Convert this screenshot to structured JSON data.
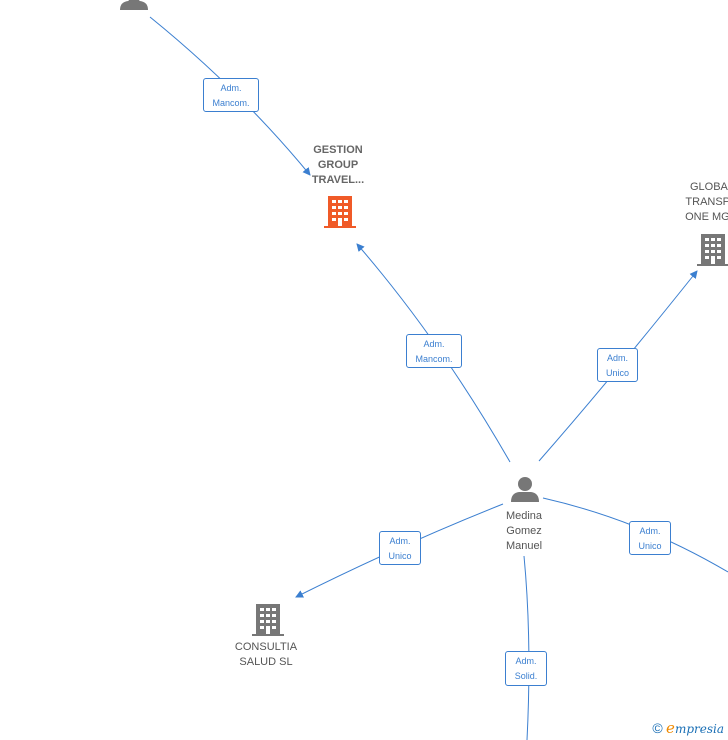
{
  "nodes": {
    "medina": {
      "label": "Medina\nGomez\nManuel"
    },
    "gestion": {
      "label": "GESTION\nGROUP\nTRAVEL..."
    },
    "global": {
      "label": "GLOBAL\nTRANSPO\nONE MGM"
    },
    "consultia": {
      "label": "CONSULTIA\nSALUD  SL"
    }
  },
  "edges": {
    "top_person_gestion": {
      "label": "Adm.\nMancom."
    },
    "medina_gestion": {
      "label": "Adm.\nMancom."
    },
    "medina_global": {
      "label": "Adm.\nUnico"
    },
    "medina_consultia": {
      "label": "Adm.\nUnico"
    },
    "medina_right": {
      "label": "Adm.\nUnico"
    },
    "medina_bottom": {
      "label": "Adm.\nSolid."
    }
  },
  "colors": {
    "edge": "#3b7fd0",
    "person_icon": "#777777",
    "company_icon": "#777777",
    "highlight_company_icon": "#f05a28"
  },
  "watermark": {
    "symbol": "©",
    "brand_initial": "e",
    "brand_rest": "mpresia"
  }
}
